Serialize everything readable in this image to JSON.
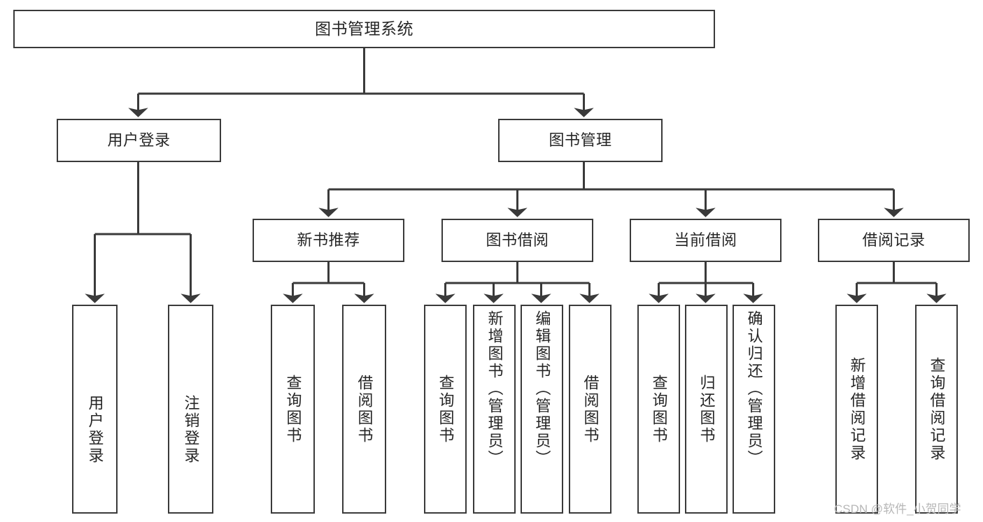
{
  "diagram": {
    "title": "图书管理系统",
    "type": "tree",
    "colors": {
      "box_border": "#3a3a3a",
      "box_fill": "#ffffff",
      "edge": "#3a3a3a",
      "text": "#262626",
      "watermark": "#b7b7b7",
      "background": "#ffffff"
    },
    "nodes": {
      "root": {
        "label": "图书管理系统"
      },
      "level2": [
        {
          "id": "user-login",
          "label": "用户登录"
        },
        {
          "id": "book-manage",
          "label": "图书管理"
        }
      ],
      "level3": [
        {
          "id": "new-book-recommend",
          "label": "新书推荐"
        },
        {
          "id": "book-borrow",
          "label": "图书借阅"
        },
        {
          "id": "current-borrow",
          "label": "当前借阅"
        },
        {
          "id": "borrow-record",
          "label": "借阅记录"
        }
      ],
      "leaves": {
        "user-login": [
          {
            "id": "leaf-user-login",
            "label": "用户登录"
          },
          {
            "id": "leaf-logout-login",
            "label": "注销登录"
          }
        ],
        "new-book-recommend": [
          {
            "id": "leaf-query-book-1",
            "label": "查询图书"
          },
          {
            "id": "leaf-borrow-book-1",
            "label": "借阅图书"
          }
        ],
        "book-borrow": [
          {
            "id": "leaf-query-book-2",
            "label": "查询图书"
          },
          {
            "id": "leaf-add-book",
            "label": "新增图书（管理员）"
          },
          {
            "id": "leaf-edit-book",
            "label": "编辑图书（管理员）"
          },
          {
            "id": "leaf-borrow-book-2",
            "label": "借阅图书"
          }
        ],
        "current-borrow": [
          {
            "id": "leaf-query-book-3",
            "label": "查询图书"
          },
          {
            "id": "leaf-return-book",
            "label": "归还图书"
          },
          {
            "id": "leaf-confirm-return",
            "label": "确认归还（管理员）"
          }
        ],
        "borrow-record": [
          {
            "id": "leaf-add-record",
            "label": "新增借阅记录"
          },
          {
            "id": "leaf-query-record",
            "label": "查询借阅记录"
          }
        ]
      }
    },
    "watermark": "CSDN @软件_小贺同学"
  }
}
